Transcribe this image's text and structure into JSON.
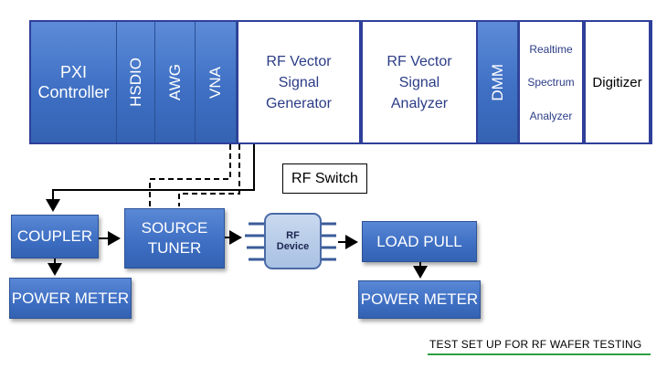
{
  "chassis": {
    "pxi_controller": "PXI Controller",
    "hsdio": "HSDIO",
    "awg": "AWG",
    "vna": "VNA",
    "rf_vsg": "RF Vector Signal Generator",
    "rf_vsa": "RF Vector Signal Analyzer",
    "dmm": "DMM",
    "rtsa_line1": "Realtime",
    "rtsa_line2": "Spectrum",
    "rtsa_line3": "Analyzer",
    "digitizer": "Digitizer"
  },
  "rf_switch": "RF Switch",
  "blocks": {
    "coupler": "COUPLER",
    "source_tuner": "SOURCE TUNER",
    "rf_device_line1": "RF",
    "rf_device_line2": "Device",
    "load_pull": "LOAD PULL",
    "power_meter_left": "POWER METER",
    "power_meter_right": "POWER METER"
  },
  "caption": "TEST SET UP FOR RF WAFER TESTING",
  "colors": {
    "module_blue": "#3f70c4",
    "frame_blue": "#2f3f9a",
    "caption_underline": "#2ea043"
  }
}
